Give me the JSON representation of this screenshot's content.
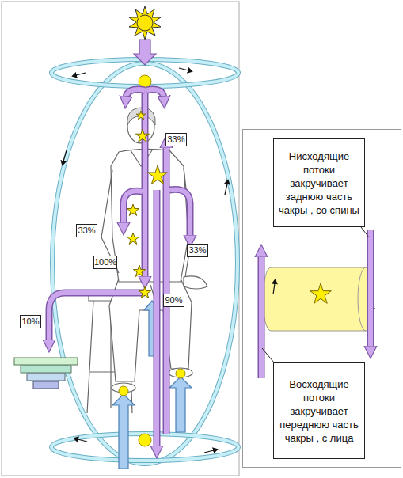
{
  "diagram": {
    "nodes": [
      {
        "text": [
          "33%"
        ]
      },
      {
        "text": [
          "33%"
        ]
      },
      {
        "text": [
          "33%"
        ]
      },
      {
        "text": [
          "100%"
        ]
      },
      {
        "text": [
          "90%"
        ]
      },
      {
        "text": [
          "10%"
        ]
      },
      {
        "text": [
          "Нисходящие потоки закручивает заднюю часть чакры , со спины"
        ]
      },
      {
        "text": [
          "Восходящие потоки закручивает переднюю часть чакры , с лица"
        ]
      }
    ]
  }
}
